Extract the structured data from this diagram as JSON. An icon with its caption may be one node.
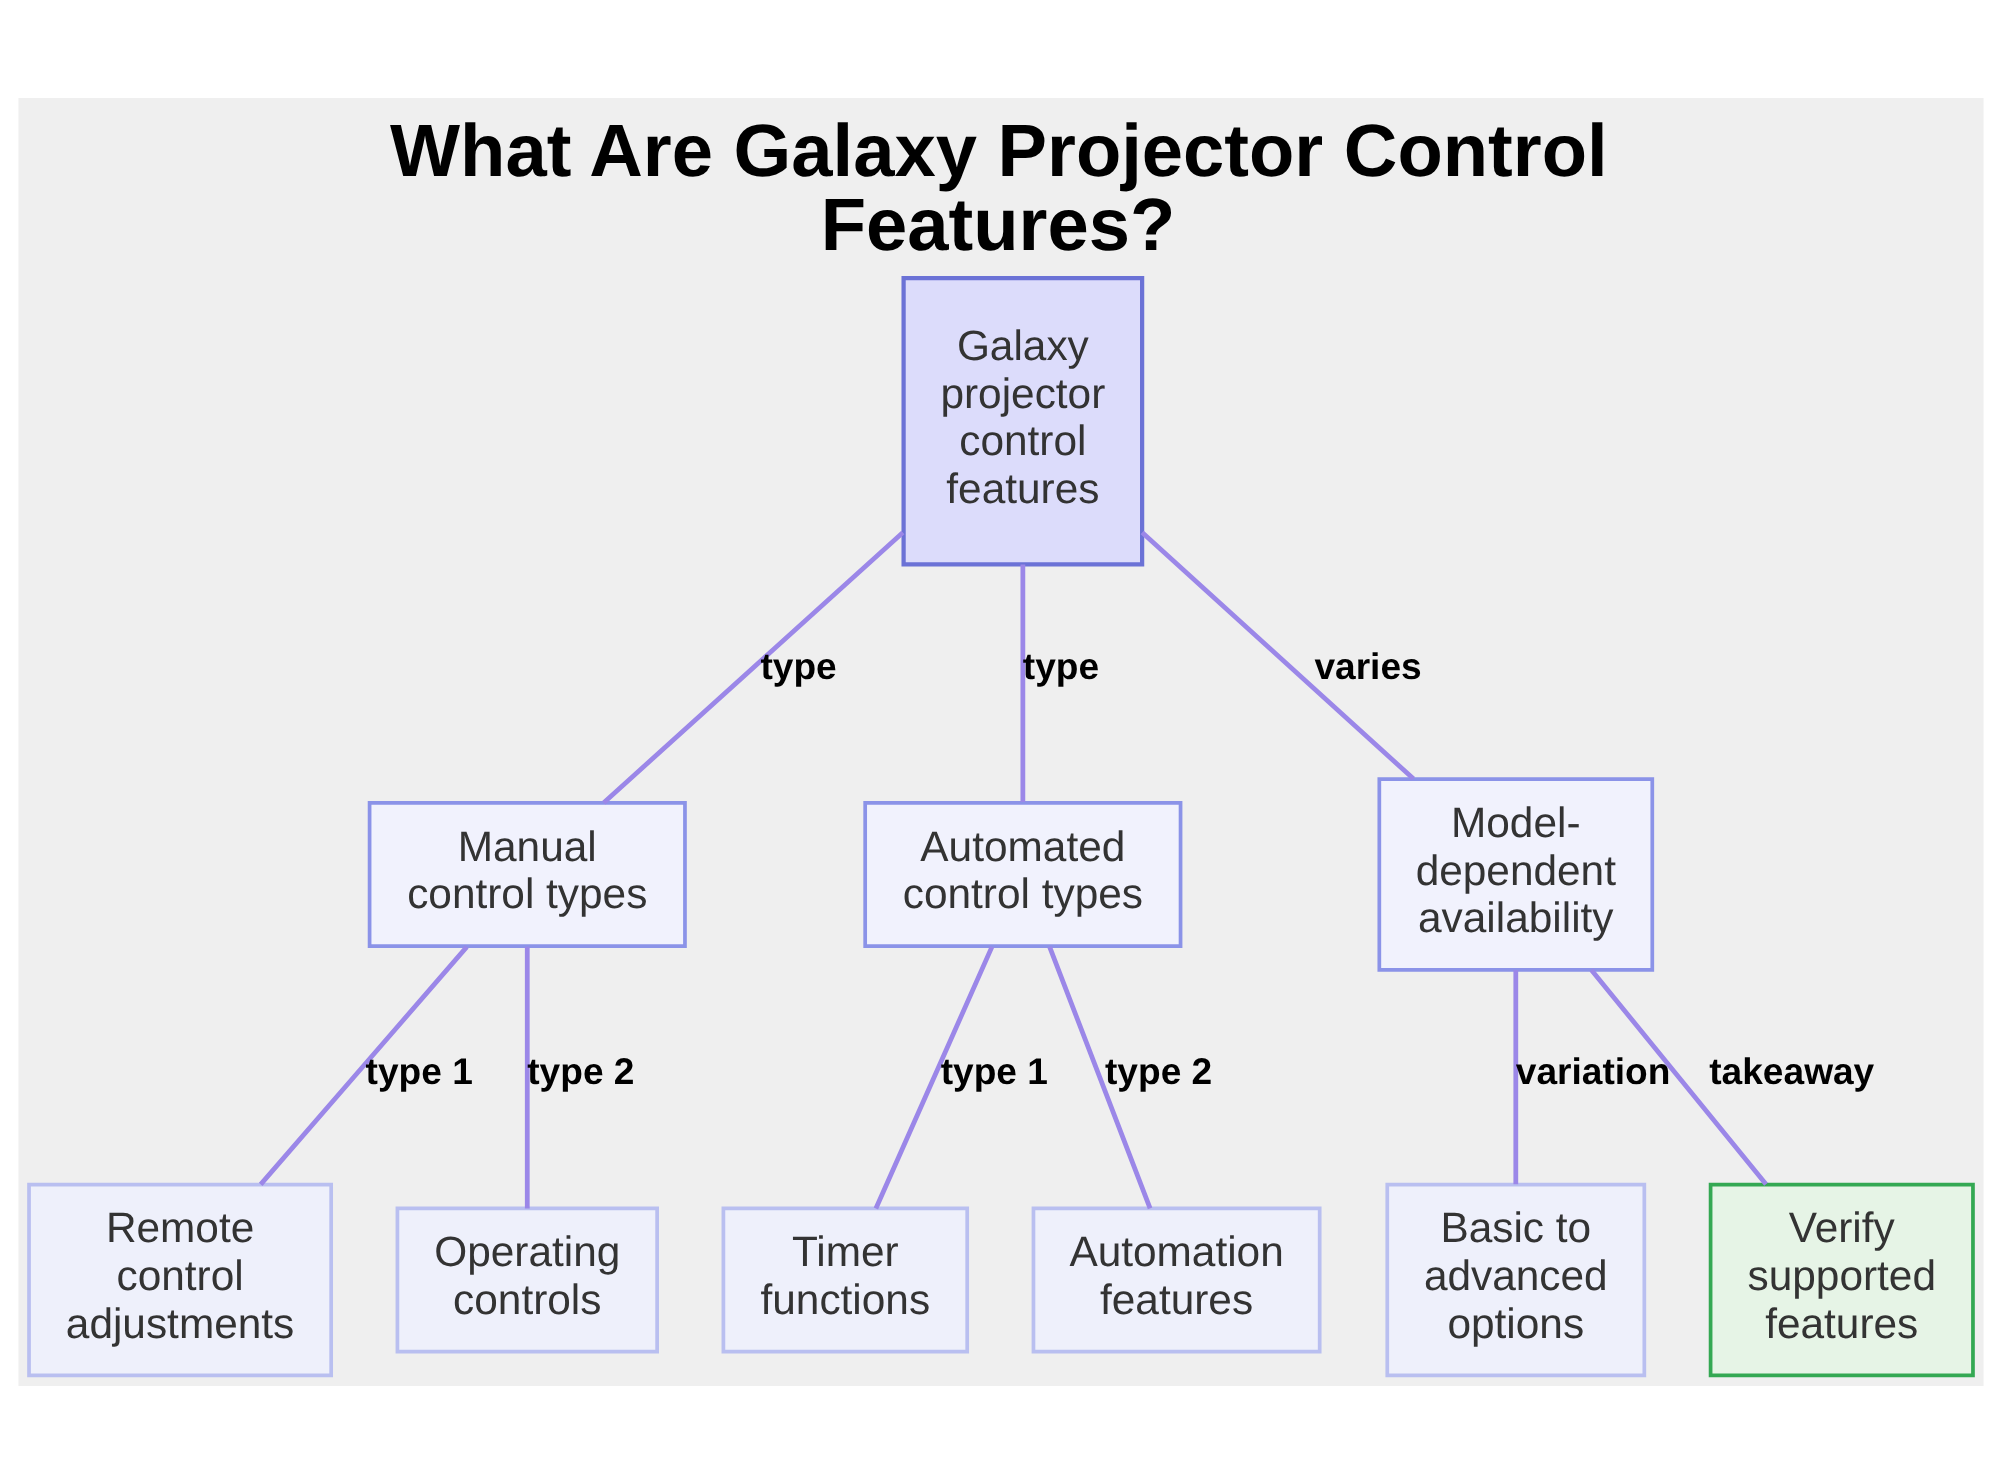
{
  "diagram": {
    "title": "What Are Galaxy Projector Control Features?",
    "nodes": [
      {
        "text": [
          "Galaxy projector control features"
        ]
      },
      {
        "text": [
          "Manual control types"
        ]
      },
      {
        "text": [
          "Automated control types"
        ]
      },
      {
        "text": [
          "Model-dependent availability"
        ]
      },
      {
        "text": [
          "Remote control adjustments"
        ]
      },
      {
        "text": [
          "Operating controls"
        ]
      },
      {
        "text": [
          "Timer functions"
        ]
      },
      {
        "text": [
          "Automation features"
        ]
      },
      {
        "text": [
          "Basic to advanced options"
        ]
      },
      {
        "text": [
          "Verify supported features"
        ]
      }
    ],
    "edges": [
      {
        "from": 0,
        "to": 1,
        "arrow": "none",
        "label": "type"
      },
      {
        "from": 0,
        "to": 2,
        "arrow": "none",
        "label": "type"
      },
      {
        "from": 0,
        "to": 3,
        "arrow": "none",
        "label": "varies"
      },
      {
        "from": 1,
        "to": 4,
        "arrow": "none",
        "label": "type 1"
      },
      {
        "from": 1,
        "to": 5,
        "arrow": "none",
        "label": "type 2"
      },
      {
        "from": 2,
        "to": 6,
        "arrow": "none",
        "label": "type 1"
      },
      {
        "from": 2,
        "to": 7,
        "arrow": "none",
        "label": "type 2"
      },
      {
        "from": 3,
        "to": 8,
        "arrow": "none",
        "label": "variation"
      },
      {
        "from": 3,
        "to": 9,
        "arrow": "none",
        "label": "takeaway"
      }
    ]
  }
}
